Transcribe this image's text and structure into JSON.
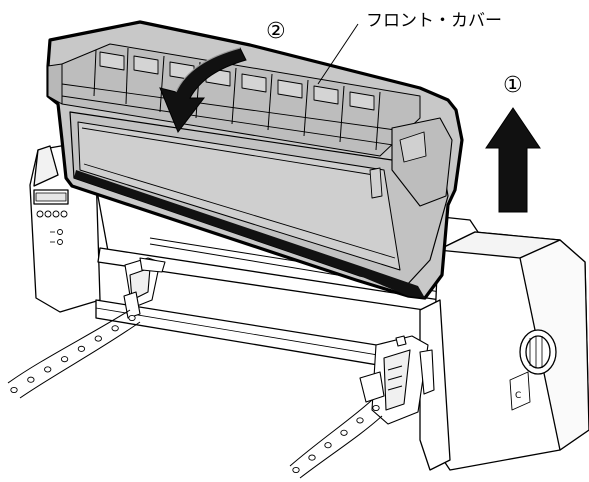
{
  "callout": {
    "label": "フロント・カバー"
  },
  "steps": {
    "lift": "①",
    "rotate": "②"
  },
  "colors": {
    "cover_fill": "#c8c8c8",
    "cover_outline": "#000000",
    "body_fill": "#ffffff",
    "line": "#000000",
    "arrow_fill": "#111111"
  },
  "icons": {
    "lift_arrow": "up-arrow-icon",
    "rotate_arrow": "curved-arrow-icon",
    "paper_holes": "tractor-feed-hole-icon"
  }
}
